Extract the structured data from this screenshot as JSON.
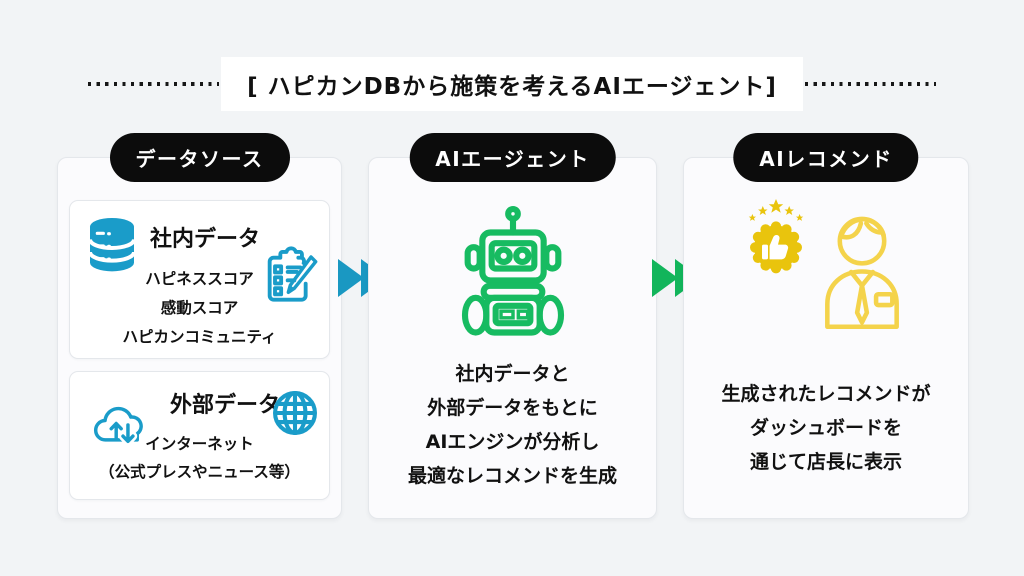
{
  "title": {
    "text": "[ ハピカンDBから施策を考えるAIエージェント]"
  },
  "columns": {
    "data_source": {
      "badge": "データソース",
      "internal": {
        "heading": "社内データ",
        "items": [
          "ハピネススコア",
          "感動スコア",
          "ハピカンコミュニティ"
        ]
      },
      "external": {
        "heading": "外部データ",
        "items": [
          "インターネット",
          "（公式プレスやニュース等）"
        ]
      }
    },
    "ai_agent": {
      "badge": "AIエージェント",
      "lines": [
        "社内データと",
        "外部データをもとに",
        "AIエンジンが分析し",
        "最適なレコメンドを生成"
      ]
    },
    "ai_recommend": {
      "badge": "AIレコメンド",
      "lines": [
        "生成されたレコメンドが",
        "ダッシュボードを",
        "通じて店長に表示"
      ]
    }
  },
  "icons": {
    "database": "database-icon",
    "clipboard": "clipboard-checklist-icon",
    "cloud": "cloud-sync-icon",
    "globe": "globe-icon",
    "robot": "robot-icon",
    "thumbs_up_badge": "thumbs-up-badge-icon",
    "stars": "star-rating-icon",
    "store_manager": "store-manager-icon",
    "flow_arrow": "double-arrow-icon"
  },
  "colors": {
    "background": "#f2f4f6",
    "badge_black": "#0c0c0c",
    "cyan": "#1a9cc9",
    "arrow_cyan": "#1a98c2",
    "green": "#17bb61",
    "arrow_green": "#12b55b",
    "gold": "#e9c40d",
    "gold_light": "#f4d34b",
    "text": "#151515"
  }
}
